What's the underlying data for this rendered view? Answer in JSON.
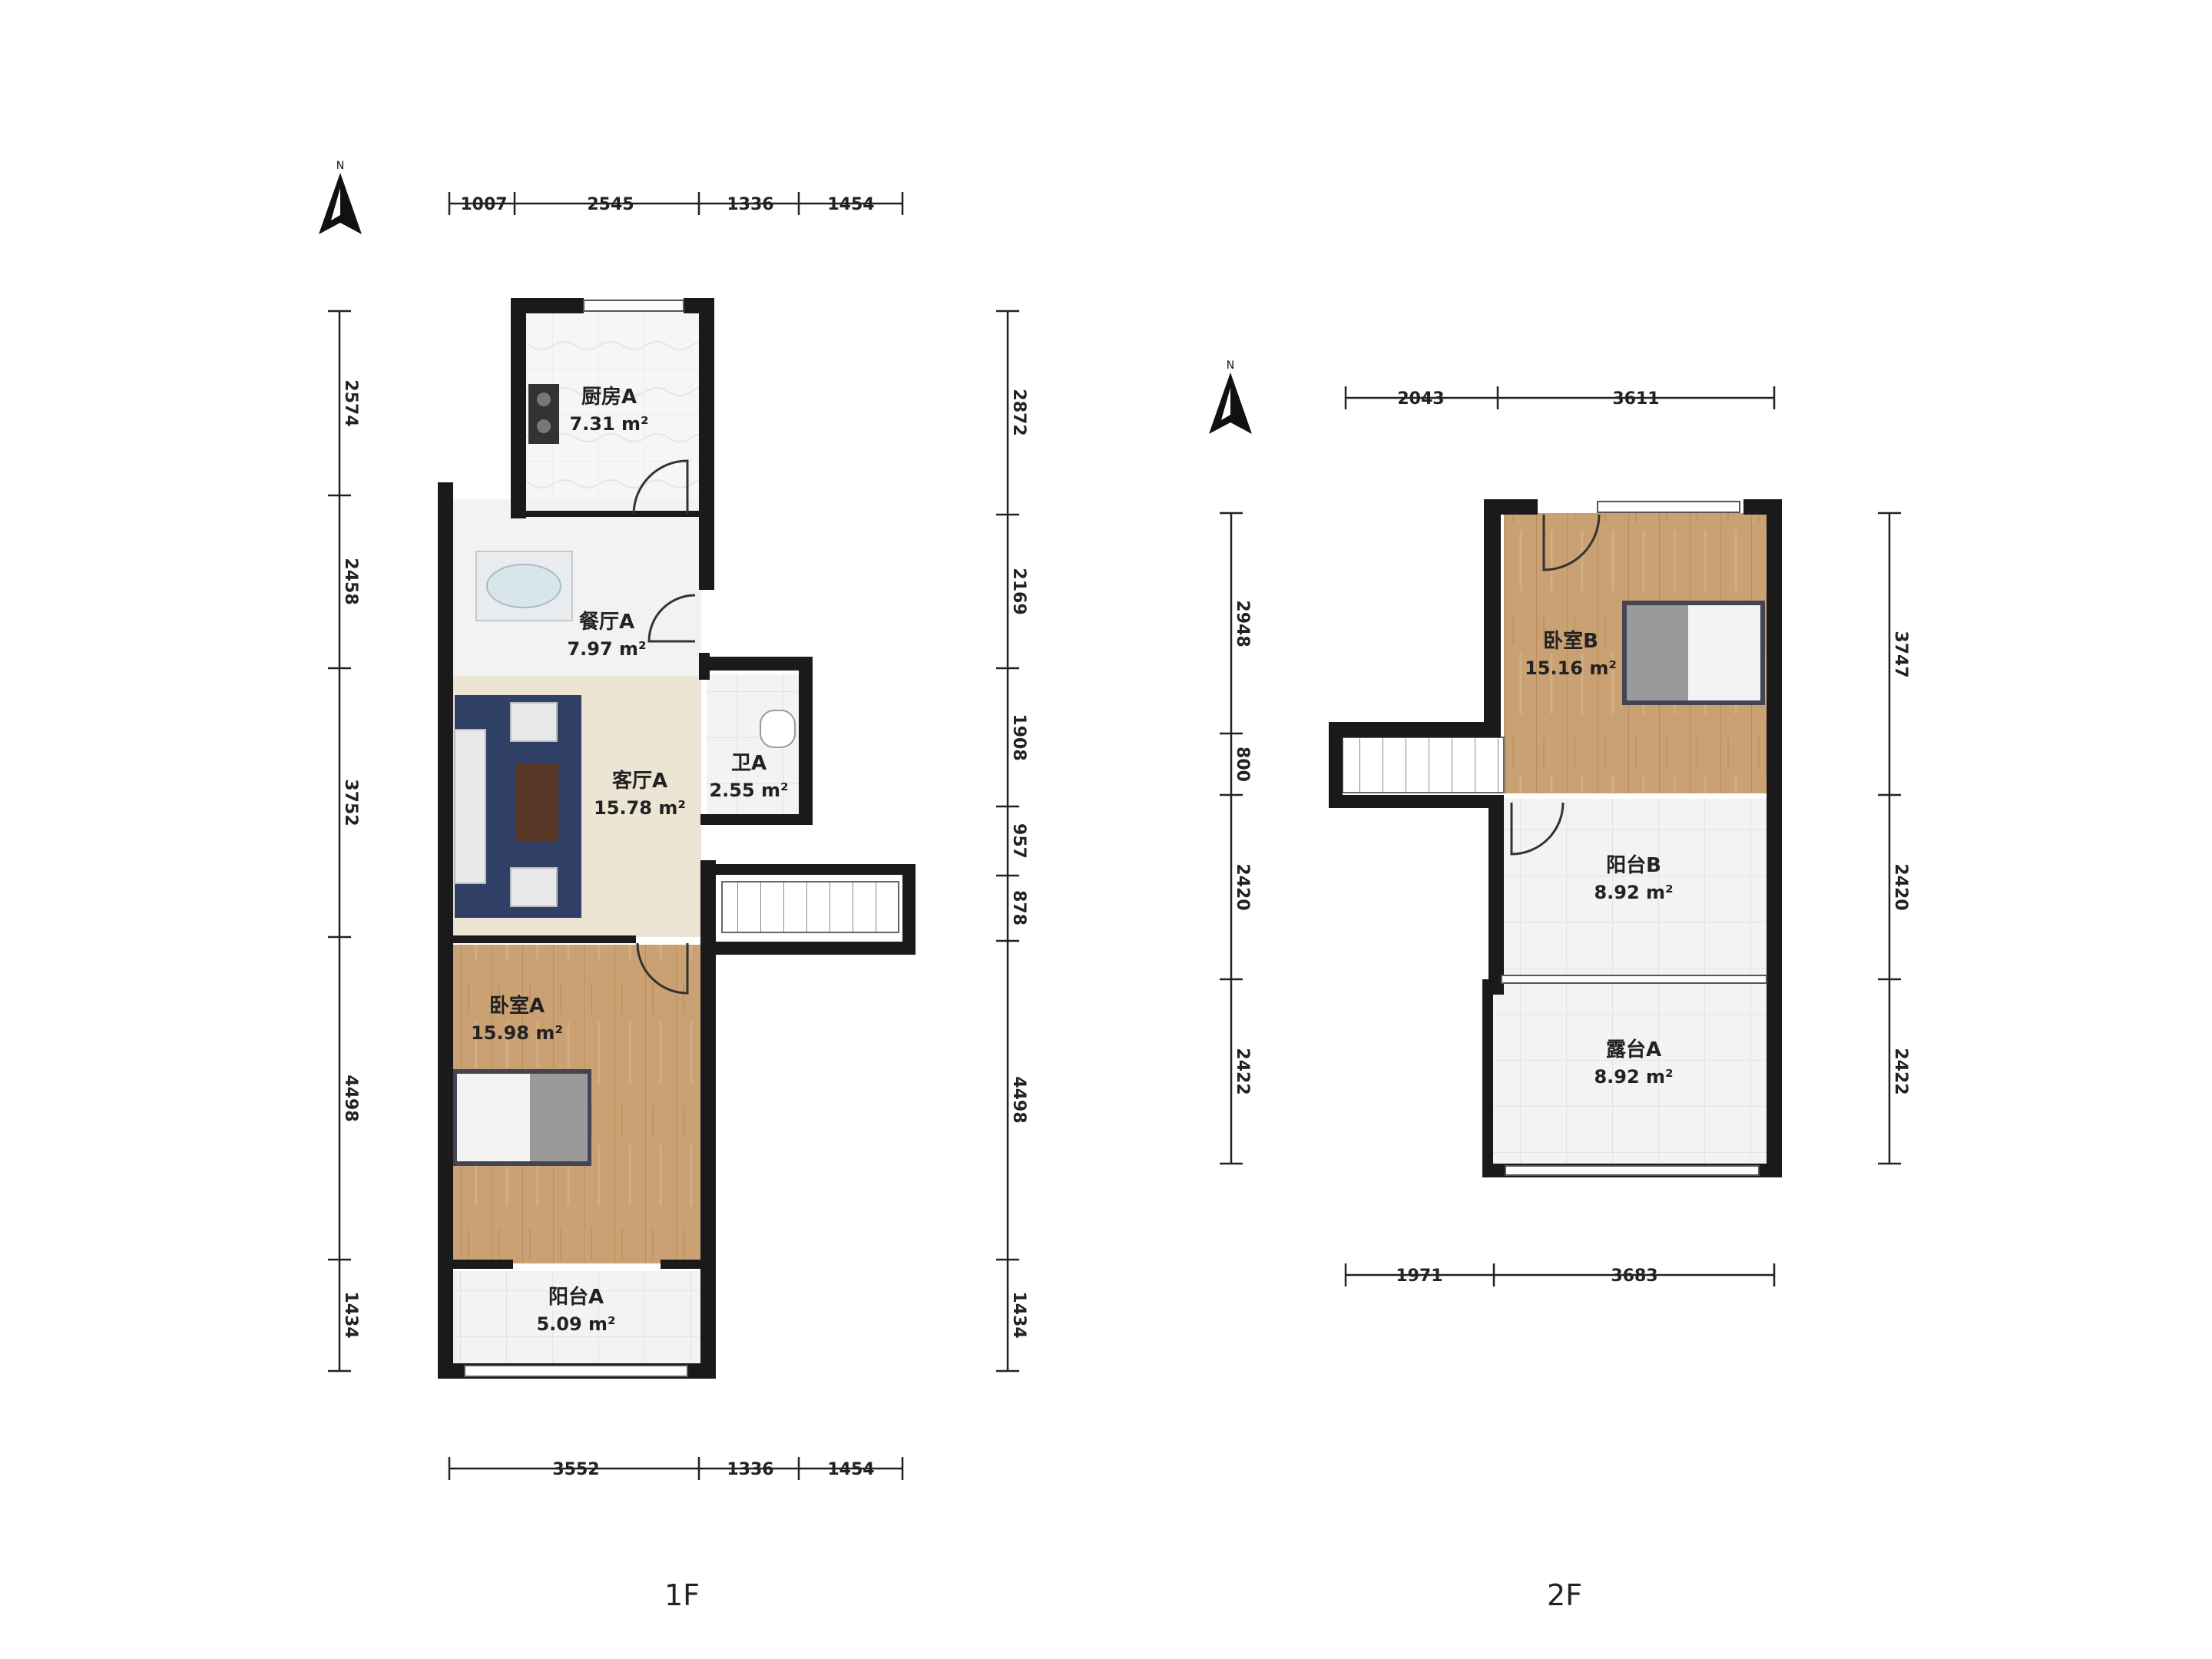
{
  "floors": [
    {
      "id": "1F",
      "label": "1F"
    },
    {
      "id": "2F",
      "label": "2F"
    }
  ],
  "rooms_1f": [
    {
      "id": "kitchen-a",
      "name": "厨房A",
      "area": "7.31 m²"
    },
    {
      "id": "dining-a",
      "name": "餐厅A",
      "area": "7.97 m²"
    },
    {
      "id": "living-a",
      "name": "客厅A",
      "area": "15.78 m²"
    },
    {
      "id": "bath-a",
      "name": "卫A",
      "area": "2.55 m²"
    },
    {
      "id": "bedroom-a",
      "name": "卧室A",
      "area": "15.98 m²"
    },
    {
      "id": "balcony-a",
      "name": "阳台A",
      "area": "5.09 m²"
    }
  ],
  "rooms_2f": [
    {
      "id": "bedroom-b",
      "name": "卧室B",
      "area": "15.16 m²"
    },
    {
      "id": "balcony-b",
      "name": "阳台B",
      "area": "8.92 m²"
    },
    {
      "id": "terrace-a",
      "name": "露台A",
      "area": "8.92 m²"
    }
  ],
  "dimensions_1f": {
    "top": [
      "1007",
      "2545",
      "1336",
      "1454"
    ],
    "bottom": [
      "3552",
      "1336",
      "1454"
    ],
    "left": [
      "2574",
      "2458",
      "3752",
      "4498",
      "1434"
    ],
    "right": [
      "2872",
      "2169",
      "1908",
      "957",
      "878",
      "4498",
      "1434"
    ]
  },
  "dimensions_2f": {
    "top": [
      "2043",
      "3611"
    ],
    "bottom": [
      "1971",
      "3683"
    ],
    "left": [
      "2948",
      "800",
      "2420",
      "2422"
    ],
    "right": [
      "3747",
      "2420",
      "2422"
    ]
  },
  "compass": {
    "label": "N"
  },
  "colors": {
    "wall": "#1a1a1a",
    "wood": "#c49a6c",
    "tile": "#f1f1f1",
    "rug": "#2f3f66",
    "dimension_line": "#222222"
  }
}
